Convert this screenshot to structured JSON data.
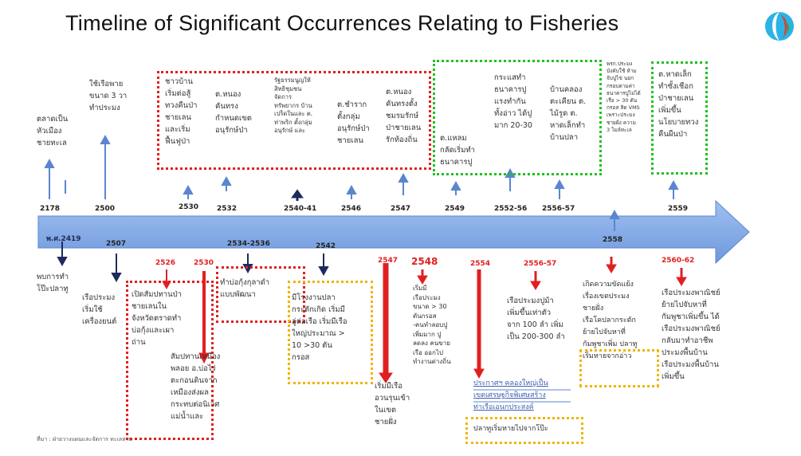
{
  "title": "Timeline of Significant Occurrences Relating to Fisheries",
  "source": "ที่มา : ฝ่ายวางแผนและจัดการ ทะเลสาบ",
  "colors": {
    "axis": "#7aa4e4",
    "axis_edge": "#5b86cf",
    "red": "#e02020",
    "green": "#22c022",
    "yellow": "#f0b400",
    "navy": "#1f2a5c",
    "lightblue": "#5b86cf"
  },
  "upper": {
    "years": [
      "2178",
      "2500",
      "2530",
      "2532",
      "2540-41",
      "2546",
      "2547",
      "2549",
      "2552-56",
      "2556-57",
      "2558",
      "2559"
    ],
    "texts": [
      "ตลาดเป็น\nหัวเมือง\nชายทะเล",
      "ใช้เรือพาย\nขนาด 3 วา\nทำประมง",
      "ชาวบ้าน\nเริ่มต่อสู้\nทวงคืนป่า\nชายเลน\nและเริ่ม\nฟื้นฟูป่า",
      "ต.หนอง\nคันทรง\nกำหนดเขต\nอนุรักษ์ป่า",
      "รัฐธรรมนูญให้\nสิทธิชุมชน\nจัดการ\nทรัพยากร บ้าน\nเปร็ดในและ ต.\nท่าพริก ตั้งกลุ่ม\nอนุรักษ์ และ",
      "ต.ชำราก\nตั้งกลุ่ม\nอนุรักษ์ป่า\nชายเลน",
      "ต.หนอง\nคันทรงตั้ง\nชมรมรักษ์\nป่าชายเลน\nรักท้องถิ่น",
      "ต.แหลม\nกลัดเริ่มทำ\nธนาคารปู",
      "กระแสทำ\nธนาคารปู\nแรงทำกัน\nทั้งอ่าว ได้ปู\nมาก 20-30",
      "บ้านคลอง\nตะเคียน ต.\nไม้รูด ต.\nหาดเล็กทำ\nบ้านปลา",
      "พรก.ประมง\nบังคับใช้ ห้าม\nจับปูไข่ นอก\nกรอบตามค่า\nธนาคารปูไม่ได้\nเรือ > 30 ตัน\nกรอส สิด VMS\nเพราะประมง\nชายฝั่ง ความ\n3 ไมล์ทะเล",
      "ต.หาดเล็ก\nทำซั้งเชือก\nป่าชายเลน\nเพิ่มขึ้น\nนโยบายทวง\nคืนผืนป่า"
    ]
  },
  "lower": {
    "years": [
      "พ.ศ.2419",
      "2507",
      "2526",
      "2530",
      "2534-2536",
      "2542",
      "2547",
      "2548",
      "2554",
      "2556-57",
      "2558",
      "2560-62"
    ],
    "texts": [
      "พบการทำ\nโป๊ะปลาทู",
      "เรือประมง\nเริ่มใช้\nเครื่องยนต์",
      "เปิดสัมปทานป่า\nชายเลนใน\nจังหวัดตราดทำ\nบ่อกุ้งและเผา\nถ่าน",
      "สัมปทานเหมือง\nพลอย อ.บ่อไร่\nตะกอนดินจาก\nเหมืองส่งผล\nกระทบต่อนิเวศ\nแม่น้ำและ",
      "ทำบ่อกุ้งกุลาดำ\nแบบพัฒนา",
      "มีโรงงานปลา\nกระตักเกิด เริ่มมี\nอู่ต่อเรือ เริ่มมีเรือ\nใหญ่ประมาณ >\n10 >30 ตัน\nกรอส",
      "เริ่มมีเรือ\nอวนรุนเข้า\nในเขต\nชายฝั่ง",
      "เริ่มมี\nเรือประมง\nขนาด > 30\nตันกรอส\n-คนทำลอบปู\nเพิ่มมาก ปู\nลดลง คนขาย\nเรือ ออกไป\nทำงานต่างถิ่น",
      "ประกาศฯ คลองใหญ่เป็น\nเขตเศรษฐกิจพิเศษสร้าง\nท่าเรือเอนกประสงค์",
      "ปลาทูเริ่มหายไปจากโป๊ะ",
      "เรือประมงปูม้า\nเพิ่มขึ้นเท่าตัว\nจาก 100 ลำ เพิ่ม\nเป็น 200-300 ลำ",
      "เกิดความขัดแย้ง\nเรื่องเขตประมง\nชายฝั่ง\nเรือโคปลากระตัก\nย้ายไปจับหาที่\nกัมพูชาเพิ่ม ปลาทู\nเริ่มหายจากอ่าว",
      "เรือประมงพาณิชย์\nย้ายไปจับหาที่\nกัมพูชาเพิ่มขึ้น ได้\nเรือประมงพาณิชย์\nกลับมาทำอาชีพ\nประมงพื้นบ้าน\nเรือประมงพื้นบ้าน\nเพิ่มขึ้น"
    ]
  }
}
